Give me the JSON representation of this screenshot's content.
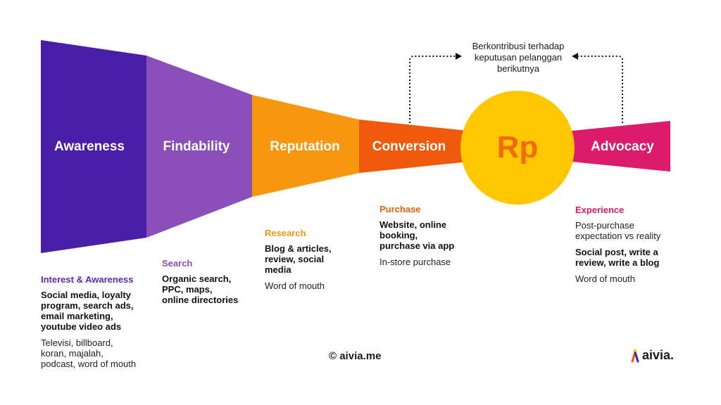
{
  "stages": [
    {
      "label": "Awareness",
      "color": "#4a1fa8"
    },
    {
      "label": "Findability",
      "color": "#8a4fb8"
    },
    {
      "label": "Reputation",
      "color": "#f7970f"
    },
    {
      "label": "Conversion",
      "color": "#f05a0c"
    },
    {
      "label": "Rp",
      "color": "#ffc700",
      "text_color": "#f26a0e"
    },
    {
      "label": "Advocacy",
      "color": "#dc1b6a"
    }
  ],
  "loop_note": [
    "Berkontribusi terhadap",
    "keputusan pelanggan",
    "berikutnya"
  ],
  "details": [
    {
      "heading": "Interest & Awareness",
      "heading_color": "#5b2ab5",
      "bold": [
        "Social media, loyalty",
        "program, search ads,",
        "email marketing,",
        "youtube video ads"
      ],
      "regular": [
        "Televisi, billboard,",
        "koran, majalah,",
        "podcast, word of mouth"
      ]
    },
    {
      "heading": "Search",
      "heading_color": "#8a4fb8",
      "bold": [
        "Organic search,",
        "PPC, maps,",
        "online directories"
      ],
      "regular": []
    },
    {
      "heading": "Research",
      "heading_color": "#f7970f",
      "bold": [
        "Blog & articles,",
        "review, social",
        "media"
      ],
      "regular": [
        "Word of mouth"
      ]
    },
    {
      "heading": "Purchase",
      "heading_color": "#f05a0c",
      "bold": [
        "Website, online",
        "booking,",
        "purchase via app"
      ],
      "regular": [
        "In-store purchase"
      ]
    },
    {
      "heading": "Experience",
      "heading_color": "#dc1b6a",
      "regular_top": [
        "Post-purchase",
        "expectation vs reality"
      ],
      "bold": [
        "Social post, write a",
        "review, write a blog"
      ],
      "regular": [
        "Word of mouth"
      ]
    }
  ],
  "footer": {
    "copyright": "© aivia.me",
    "logo_text": "aivia."
  }
}
